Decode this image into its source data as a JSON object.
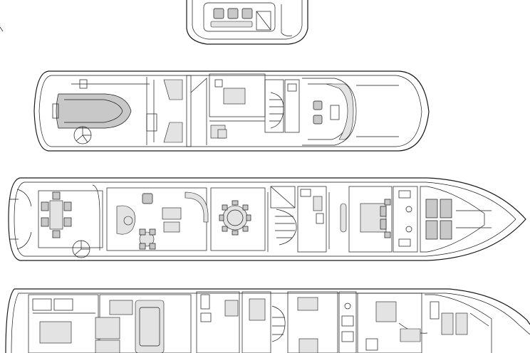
{
  "drawing": {
    "decks": [
      {
        "id": "flybridge",
        "furniture_color": "#c8c8c8"
      },
      {
        "id": "bridge-deck",
        "furniture_color": "#c8c8c8"
      },
      {
        "id": "main-deck",
        "furniture_color": "#d9d9d9"
      },
      {
        "id": "lower-deck",
        "furniture_color": "#dcdcdc"
      }
    ],
    "line_color": "#1a1a1a",
    "background": "#ffffff"
  }
}
